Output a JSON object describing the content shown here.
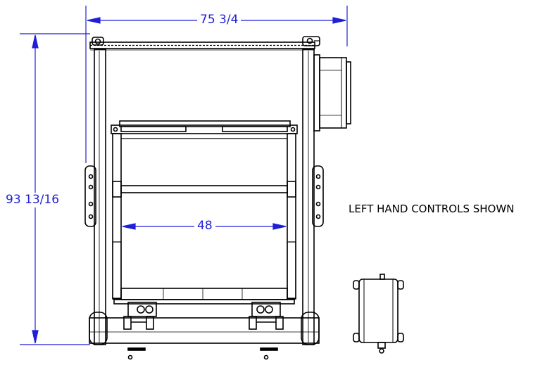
{
  "dimensions": {
    "overall_width": "75 3/4",
    "overall_height": "93 13/16",
    "inner_width": "48"
  },
  "notes": {
    "controls": "LEFT HAND CONTROLS SHOWN"
  },
  "colors": {
    "dimension": "#1f1fd6",
    "linework": "#000000",
    "background": "#ffffff"
  }
}
